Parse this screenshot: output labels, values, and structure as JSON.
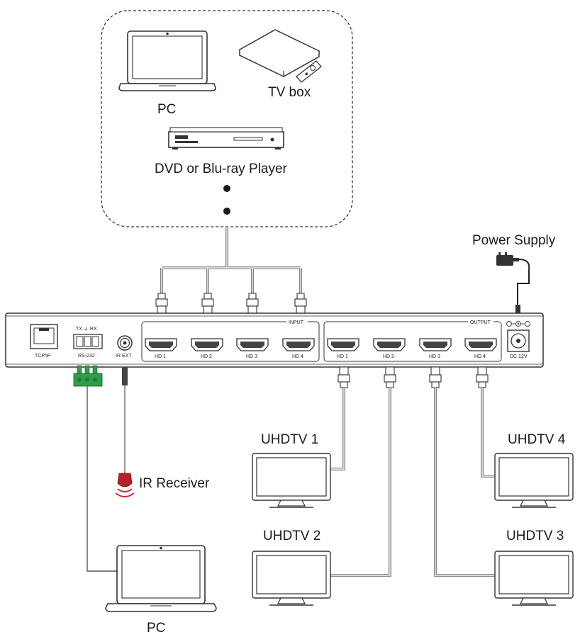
{
  "sources": {
    "pc_label": "PC",
    "tvbox_label": "TV box",
    "dvd_label": "DVD or Blu-ray Player"
  },
  "power": {
    "label": "Power Supply",
    "port_label": "DC 12V"
  },
  "device": {
    "tcpip_label": "TCP/IP",
    "rs232_label": "RS-232",
    "rs232_pins": "TX  ⏚  RX",
    "irext_label": "IR EXT",
    "input_group_label": "INPUT",
    "output_group_label": "OUTPUT",
    "inputs": [
      "HD 1",
      "HD 2",
      "HD 3",
      "HD 4"
    ],
    "outputs": [
      "HD 1",
      "HD 2",
      "HD 3",
      "HD 4"
    ]
  },
  "ir_receiver_label": "IR Receiver",
  "control_pc_label": "PC",
  "displays": [
    "UHDTV 1",
    "UHDTV 2",
    "UHDTV 3",
    "UHDTV 4"
  ],
  "colors": {
    "terminal_green": "#2e9e48",
    "ir_red": "#b8202a",
    "ir_waves": "#d42a30"
  }
}
